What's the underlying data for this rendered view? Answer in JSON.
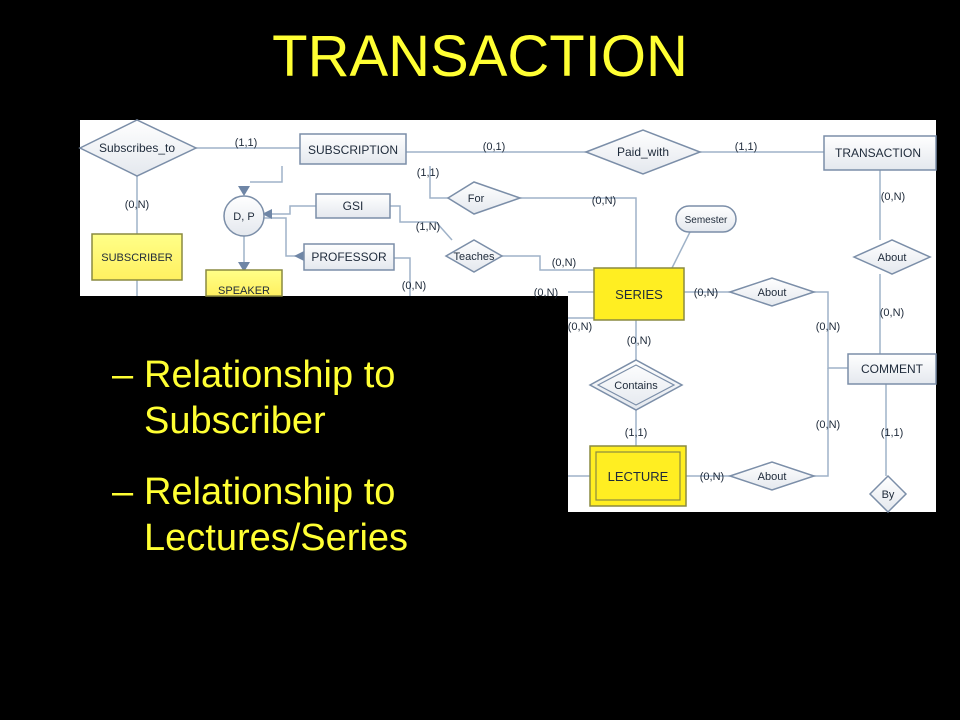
{
  "slide": {
    "title": "TRANSACTION",
    "bullets": [
      {
        "dash": "–",
        "line1": "Relationship to",
        "line2": "Subscriber"
      },
      {
        "dash": "–",
        "line1": "Relationship to",
        "line2": "Lectures/Series"
      }
    ]
  },
  "diagram": {
    "entities": {
      "subscription": "SUBSCRIPTION",
      "transaction": "TRANSACTION",
      "subscriber": "SUBSCRIBER",
      "gsi": "GSI",
      "professor": "PROFESSOR",
      "speaker": "SPEAKER",
      "series": "SERIES",
      "comment": "COMMENT",
      "lecture": "LECTURE"
    },
    "relationships": {
      "subscribes_to": "Subscribes_to",
      "paid_with": "Paid_with",
      "for": "For",
      "teaches": "Teaches",
      "about_transaction": "About",
      "about_series": "About",
      "contains": "Contains",
      "about_lecture": "About",
      "by": "By"
    },
    "attributes": {
      "semester": "Semester",
      "specialization": "D, P"
    },
    "cardinalities": {
      "c_sub_subscribes": "(1,1)",
      "c_subscription_paid": "(0,1)",
      "c_paid_transaction": "(1,1)",
      "c_subscribes_subscriber": "(0,N)",
      "c_subscription_for": "(1,1)",
      "c_for_series": "(0,N)",
      "c_transaction_about": "(0,N)",
      "c_gsi_teaches": "(1,N)",
      "c_teaches_series": "(0,N)",
      "c_professor": "(0,N)",
      "c_series_left1": "(0,N)",
      "c_series_left2": "(0,N)",
      "c_series_about": "(0,N)",
      "c_about_comment": "(0,N)",
      "c_comment_about_top": "(0,N)",
      "c_series_contains": "(0,N)",
      "c_contains_lecture": "(1,1)",
      "c_about_comment_bottom": "(0,N)",
      "c_comment_by": "(1,1)",
      "c_lecture_about": "(0,N)"
    }
  }
}
